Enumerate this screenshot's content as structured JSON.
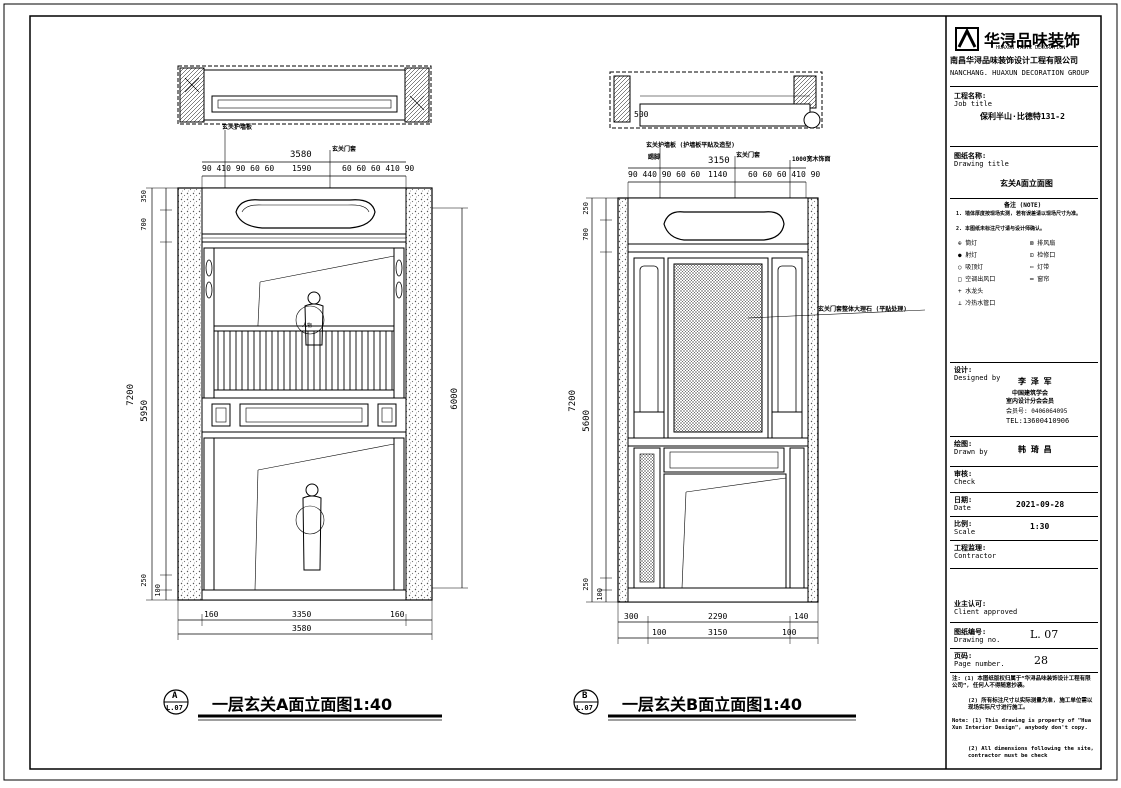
{
  "company": {
    "logo_text": "华浔品味装饰",
    "logo_sub": "HUAXUN TASTE DECORATION",
    "name_cn": "南昌华浔品味装饰设计工程有限公司",
    "name_en": "NANCHANG. HUAXUN DECORATION GROUP"
  },
  "title_block": {
    "job_title_key": "工程名称:",
    "job_title_key_en": "Job title",
    "job_title_value": "保利半山·比德特131-2",
    "drawing_title_key": "图纸名称:",
    "drawing_title_key_en": "Drawing title",
    "drawing_title_value": "玄关A面立面图",
    "legend_title": "备注 (NOTE)",
    "legend_notes": [
      "1. 墙体厚度按现场实测, 若有误差请以现场尺寸为准。",
      "2. 本图纸未标注尺寸请与设计师确认。"
    ],
    "legend_items": [
      {
        "sym": "⊕",
        "label": "筒灯"
      },
      {
        "sym": "●",
        "label": "射灯"
      },
      {
        "sym": "○",
        "label": "吸顶灯"
      },
      {
        "sym": "⊠",
        "label": "排风扇"
      },
      {
        "sym": "□",
        "label": "空调出风口"
      },
      {
        "sym": "⊡",
        "label": "检修口"
      },
      {
        "sym": "+",
        "label": "水龙头"
      },
      {
        "sym": "⊥",
        "label": "冷热水管口"
      },
      {
        "sym": "┅",
        "label": "灯带"
      },
      {
        "sym": "═",
        "label": "窗帘"
      }
    ],
    "designed_key": "设计:",
    "designed_key_en": "Designed by",
    "designer_name": "李 泽 军",
    "designer_assoc": "中国建筑学会",
    "designer_assoc2": "室内设计分会会员",
    "designer_id": "会员号: 0406064095",
    "designer_tel": "TEL:13600410906",
    "drawn_key": "绘图:",
    "drawn_key_en": "Drawn by",
    "drawn_value": "韩 琦 昌",
    "check_key": "审核:",
    "check_key_en": "Check",
    "date_key": "日期:",
    "date_key_en": "Date",
    "date_value": "2021-09-28",
    "scale_key": "比例:",
    "scale_key_en": "Scale",
    "scale_value": "1:30",
    "contractor_key": "工程监理:",
    "contractor_key_en": "Contractor",
    "client_key": "业主认可:",
    "client_key_en": "Client approved",
    "drawing_no_key": "图纸编号:",
    "drawing_no_key_en": "Drawing no.",
    "drawing_no_value": "L. 07",
    "page_key": "页码:",
    "page_key_en": "Page number.",
    "page_value": "28",
    "notes_cn": [
      "注: (1) 本图纸版权归属于“华浔品味装饰设计工程有限公司”, 任何人不得随意抄袭。",
      "(2) 所有标注尺寸以实际测量为准, 施工单位需以现场实际尺寸进行施工。"
    ],
    "notes_en": [
      "Note: (1) This drawing is property of \"Hua Xun Interior Design\", anybody don't copy.",
      "(2) All dimensions following the site, contractor must be check"
    ]
  },
  "elevation_a": {
    "badge_letter": "A",
    "badge_sheet": "L.07",
    "title": "一层玄关A面立面图1:40",
    "top_total": "3580",
    "top_mid": "1590",
    "top_left_segments": "90 410 90 60 60",
    "top_right_segments": "60 60 60 410 90",
    "bottom_inner": "3350",
    "bottom_total": "3580",
    "bottom_left": "160",
    "bottom_right": "160",
    "left_total": "7200",
    "left_mid": "5950",
    "left_top1": "350",
    "left_top2": "700",
    "left_bot1": "250",
    "left_bot2": "100",
    "right_total": "6000",
    "callout1": "玄关护墙板",
    "callout2": "玄关门套",
    "figure_label": "人物"
  },
  "elevation_b": {
    "badge_letter": "B",
    "badge_sheet": "L.07",
    "title": "一层玄关B面立面图1:40",
    "top_total": "3150",
    "top_mid": "1140",
    "top_left_segments": "90 440 90 60 60",
    "top_right_segments": "60 60 60 410 90",
    "plan_dim": "500",
    "bottom_inner": "2290",
    "bottom_total": "3150",
    "bottom_left": "300",
    "bottom_right": "140",
    "bottom_left2": "100",
    "bottom_right2": "100",
    "left_total": "7200",
    "left_mid": "5600",
    "left_top1": "250",
    "left_top2": "700",
    "left_bot1": "250",
    "left_bot2": "100",
    "callout1": "玄关护墙板 (护墙板平贴及造型)",
    "callout2": "玄关门套",
    "callout3": "1000宽木饰面",
    "callout4": "踢脚",
    "callout_panel": "玄关门套整体大理石 (平贴处理)"
  }
}
